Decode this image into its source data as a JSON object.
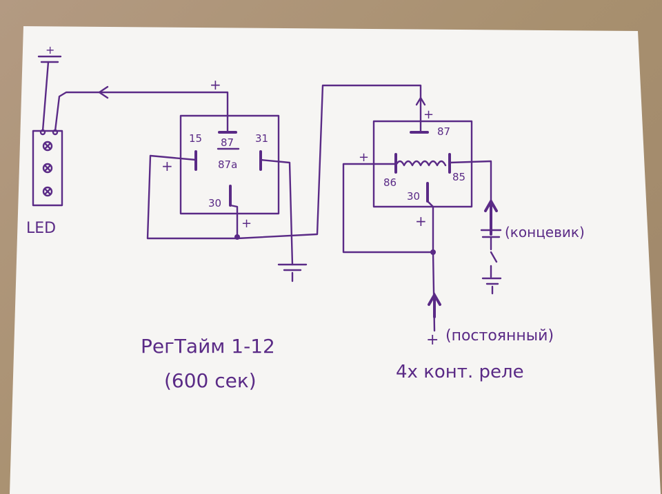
{
  "ink_color": "#5a2a86",
  "paper_color": "#f7f6f4",
  "led": {
    "label": "LED",
    "plus": "+"
  },
  "relay1": {
    "pin_87": "87",
    "pin_87a": "87a",
    "pin_15": "15",
    "pin_31": "31",
    "pin_30": "30",
    "plus_top": "+",
    "plus_left": "+",
    "plus_bottom": "+"
  },
  "relay2": {
    "pin_87": "87",
    "pin_86": "86",
    "pin_85": "85",
    "pin_30": "30",
    "plus_top": "+",
    "plus_left": "+",
    "plus_bottom": "+"
  },
  "labels": {
    "limit_switch": "(концевик)",
    "constant_plus": "+",
    "constant": "(постоянный)",
    "timer_name": "РегТайм 1-12",
    "timer_time": "(600 сек)",
    "relay_note": "4х конт. реле"
  }
}
